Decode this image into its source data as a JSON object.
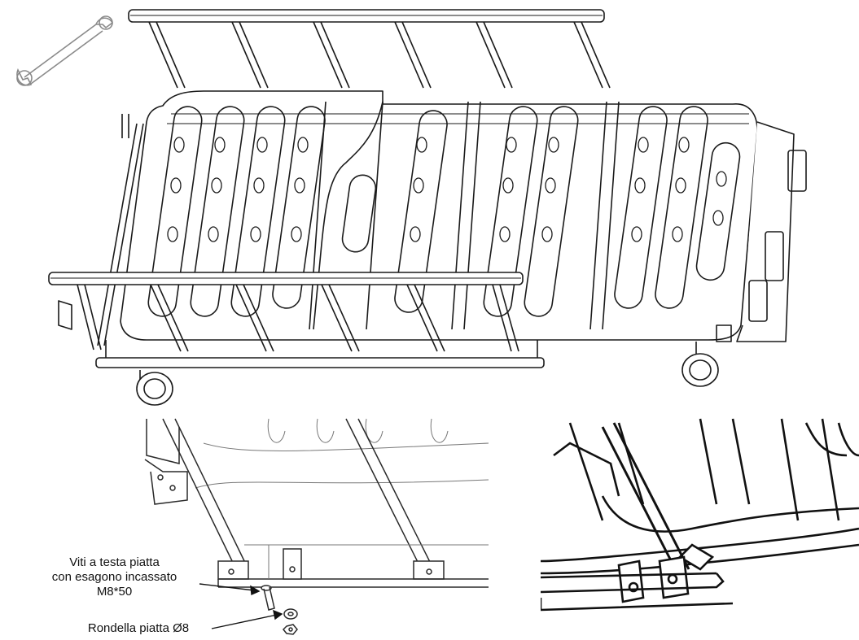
{
  "labels": {
    "screw_line1": "Viti a testa piatta",
    "screw_line2": "con esagono incassato",
    "screw_line3": "M8*50",
    "washer": "Rondella piatta Ø8"
  },
  "icons": {
    "tool": "wrench-icon"
  },
  "colors": {
    "line": "#1a1a1a",
    "background": "#ffffff"
  }
}
